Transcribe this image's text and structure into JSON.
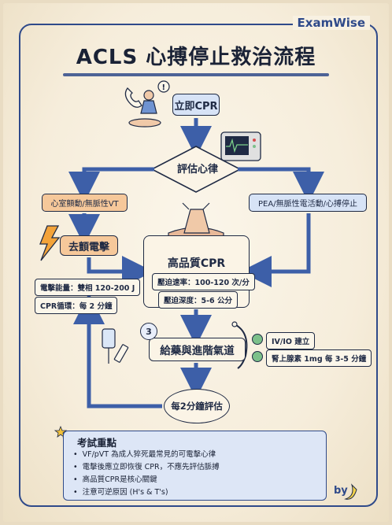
{
  "brand": "ExamWise",
  "title": "ACLS 心搏停止救治流程",
  "steps": {
    "cpr_start": "立即CPR",
    "assess_rhythm": "評估心律",
    "shockable": "心室顫動/無脈性VT",
    "defib": "去顫電擊",
    "non_shockable": "PEA/無脈性電活動/心搏停止",
    "quality_cpr": "高品質CPR",
    "drugs_airway": "給藥與進階氣道",
    "step_number": "3",
    "reassess": "每2分鐘評估"
  },
  "details": {
    "energy": "電擊能量：雙相 120-200 J",
    "cycle": "CPR循環：每 2 分鐘",
    "rate": "壓迫速率：100-120 次/分",
    "depth": "壓迫深度：5-6 公分",
    "access": "IV/IO 建立",
    "epi": "腎上腺素 1mg 每 3-5 分鐘"
  },
  "key_points": {
    "title": "考試重點",
    "items": [
      "VF/pVT 為成人猝死最常見的可電擊心律",
      "電擊後應立即恢復 CPR，不應先評估脈搏",
      "高品質CPR是核心關鍵",
      "注意可逆原因 (H's & T's)"
    ]
  },
  "byline": "by",
  "colors": {
    "primary": "#2f4a8a",
    "shockable": "#f6c89a",
    "non_shockable": "#d7e3f6",
    "paper": "#f6eddb",
    "dot_green": "#7cc08a"
  },
  "icons": [
    "phone-icon",
    "rescuer-icon",
    "alert-icon",
    "monitor-icon",
    "lightning-icon",
    "hands-compression-icon",
    "iv-bag-icon",
    "syringe-icon",
    "airway-tube-icon",
    "star-icon",
    "banana-icon"
  ]
}
